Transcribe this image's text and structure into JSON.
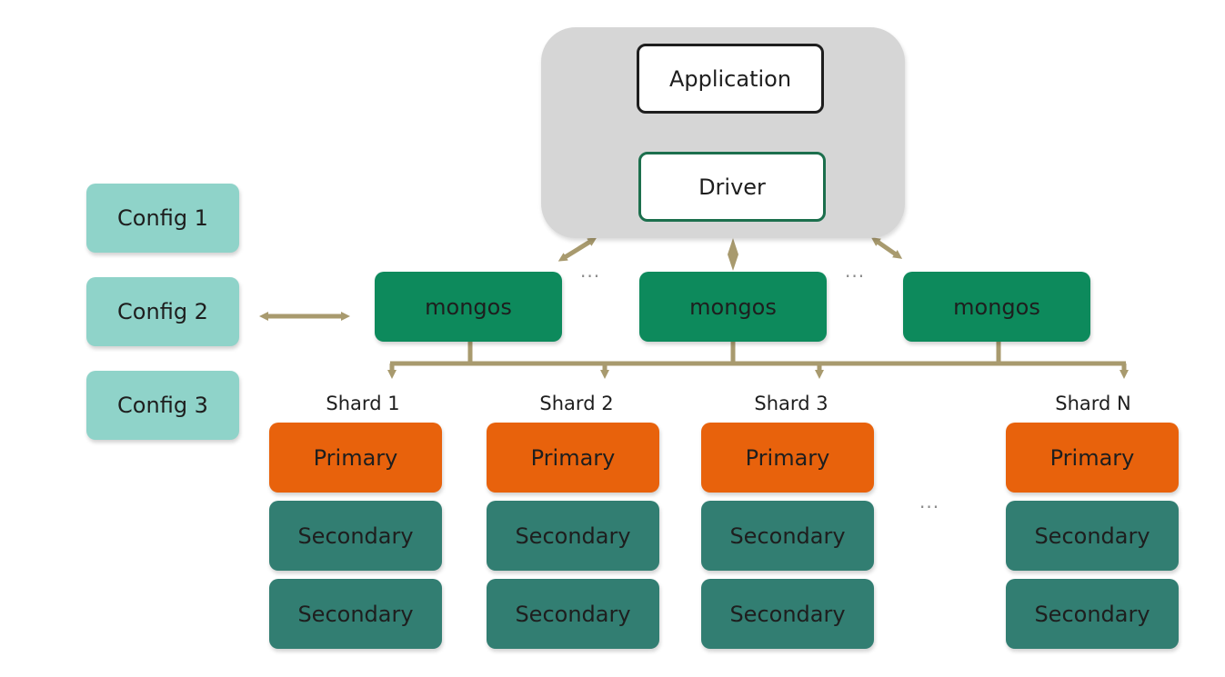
{
  "client": {
    "application_label": "Application",
    "driver_label": "Driver"
  },
  "configs": [
    "Config 1",
    "Config  2",
    "Config 3"
  ],
  "routers": [
    "mongos",
    "mongos",
    "mongos"
  ],
  "ellipsis": "...",
  "shards": [
    {
      "name": "Shard 1",
      "primary": "Primary",
      "secondaries": [
        "Secondary",
        "Secondary"
      ]
    },
    {
      "name": "Shard 2",
      "primary": "Primary",
      "secondaries": [
        "Secondary",
        "Secondary"
      ]
    },
    {
      "name": "Shard 3",
      "primary": "Primary",
      "secondaries": [
        "Secondary",
        "Secondary"
      ]
    },
    {
      "name": "Shard N",
      "primary": "Primary",
      "secondaries": [
        "Secondary",
        "Secondary"
      ]
    }
  ],
  "colors": {
    "connector": "#a89a6e",
    "config": "#8fd3c9",
    "mongos": "#0d8a5c",
    "primary": "#e8620c",
    "secondary": "#327e72",
    "container": "#d6d6d6"
  }
}
